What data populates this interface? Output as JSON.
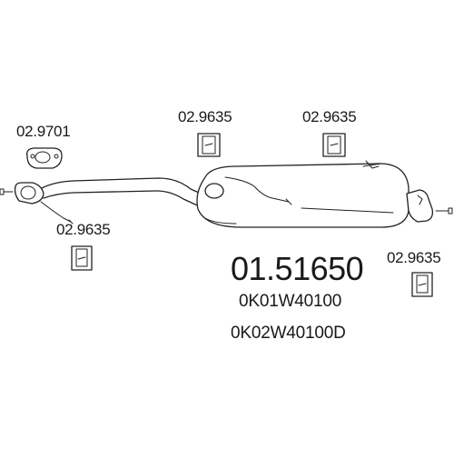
{
  "labels": {
    "clamp_left": "02.9701",
    "hanger_top_mid": "02.9635",
    "hanger_top_right": "02.9635",
    "hanger_bottom_left": "02.9635",
    "hanger_bottom_right": "02.9635"
  },
  "main_part_number": "01.51650",
  "oe_numbers": [
    "0K01W40100",
    "0K02W40100D"
  ]
}
